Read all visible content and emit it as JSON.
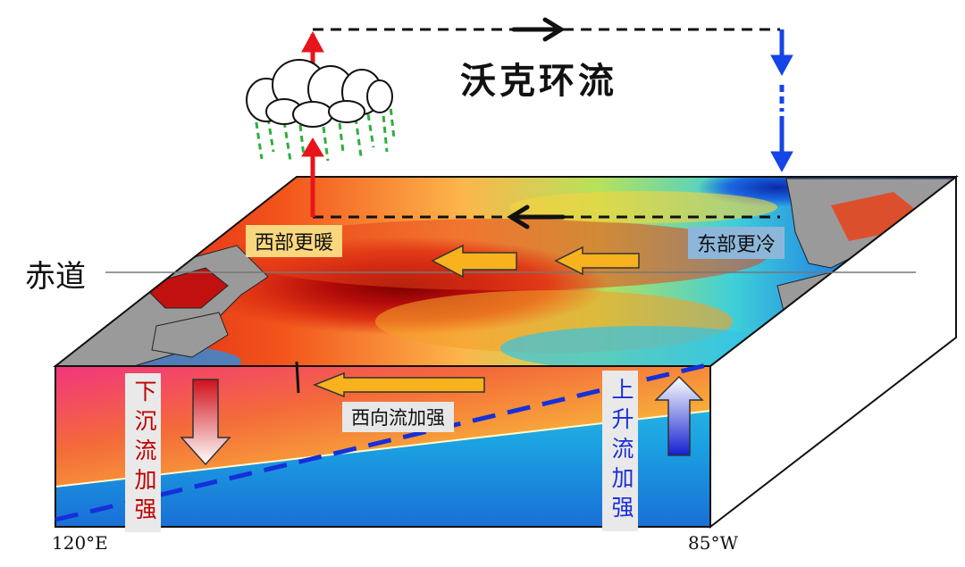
{
  "title": "沃克环流",
  "equator_label": "赤道",
  "labels": {
    "west_warmer": "西部更暖",
    "east_colder": "东部更冷",
    "westward_flow": "西向流加强",
    "downwelling": "下沉流加强",
    "upwelling": "上升流加强"
  },
  "longitudes": {
    "west": "120°E",
    "east": "85°W"
  },
  "colors": {
    "rising_air": "#e8141b",
    "sinking_air": "#1545e6",
    "thermocline": "#1530d8",
    "rain": "#2fae3f",
    "land": "#9a9a9a",
    "arrow_fill": "#f7b21e"
  },
  "icons": [
    "cloud-icon",
    "rain-icon",
    "up-arrow-icon",
    "down-arrow-icon",
    "left-arrow-icon"
  ]
}
